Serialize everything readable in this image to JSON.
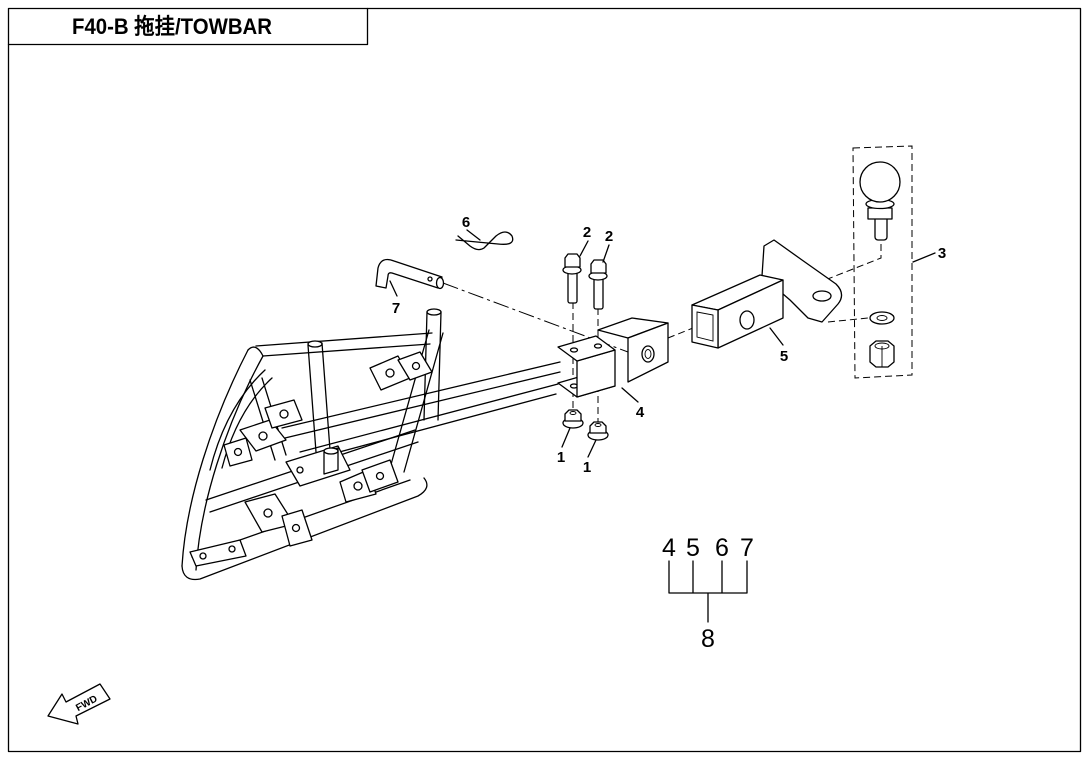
{
  "title": "F40-B 拖挂/TOWBAR",
  "callouts": [
    "6",
    "2",
    "2",
    "3",
    "7",
    "5",
    "4",
    "1",
    "1"
  ],
  "kit": {
    "members": [
      "4",
      "5",
      "6",
      "7"
    ],
    "assembly": "8"
  },
  "fwd_label": "FWD"
}
